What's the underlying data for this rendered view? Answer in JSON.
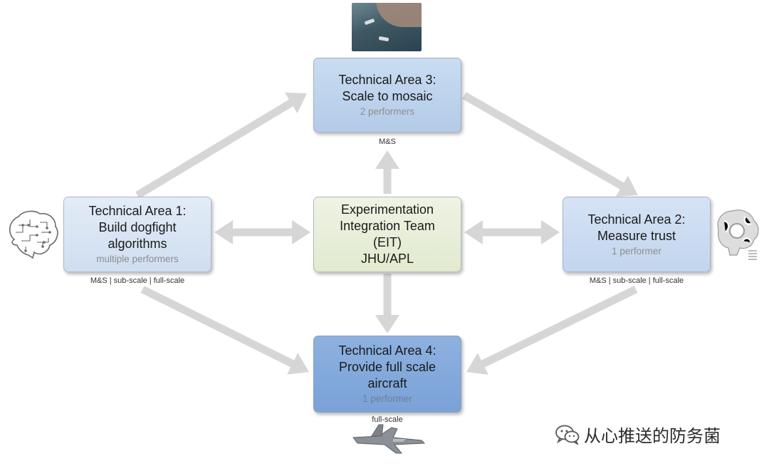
{
  "nodes": {
    "ta1": {
      "title": "Technical Area 1:\nBuild dogfight\nalgorithms",
      "sub": "multiple performers",
      "caption": "M&S | sub-scale | full-scale"
    },
    "ta3": {
      "title": "Technical Area 3:\nScale to mosaic",
      "sub": "2 performers",
      "caption": "M&S"
    },
    "eit": {
      "title": "Experimentation\nIntegration Team\n(EIT)\nJHU/APL"
    },
    "ta2": {
      "title": "Technical Area 2:\nMeasure trust",
      "sub": "1 performer",
      "caption": "M&S | sub-scale | full-scale"
    },
    "ta4": {
      "title": "Technical Area 4:\nProvide full scale\naircraft",
      "sub": "1 performer",
      "caption": "full-scale"
    }
  },
  "edges": [
    {
      "from": "ta1",
      "to": "ta3",
      "kind": "directed"
    },
    {
      "from": "ta3",
      "to": "ta2",
      "kind": "directed"
    },
    {
      "from": "ta1",
      "to": "ta4",
      "kind": "directed"
    },
    {
      "from": "ta2",
      "to": "ta4",
      "kind": "directed"
    },
    {
      "from": "eit",
      "to": "ta3",
      "kind": "directed"
    },
    {
      "from": "eit",
      "to": "ta4",
      "kind": "directed"
    },
    {
      "from": "eit",
      "to": "ta1",
      "kind": "bidirectional"
    },
    {
      "from": "eit",
      "to": "ta2",
      "kind": "bidirectional"
    }
  ],
  "icons": {
    "ta1": "brain-circuit-icon",
    "ta2": "brain-gear-icon",
    "ta3": "sea-aircraft-photo",
    "ta4": "fighter-jet-icon"
  },
  "colors": {
    "arrow": "#d6d6d6",
    "ta1_fill": "#dbe6f4",
    "ta3_fill": "#bdd2ec",
    "eit_fill": "#e8eed9",
    "ta2_fill": "#cbdcf1",
    "ta4_fill": "#84aadb"
  },
  "watermark": {
    "text": "从心推送的防务菌",
    "icon": "wechat-icon"
  }
}
